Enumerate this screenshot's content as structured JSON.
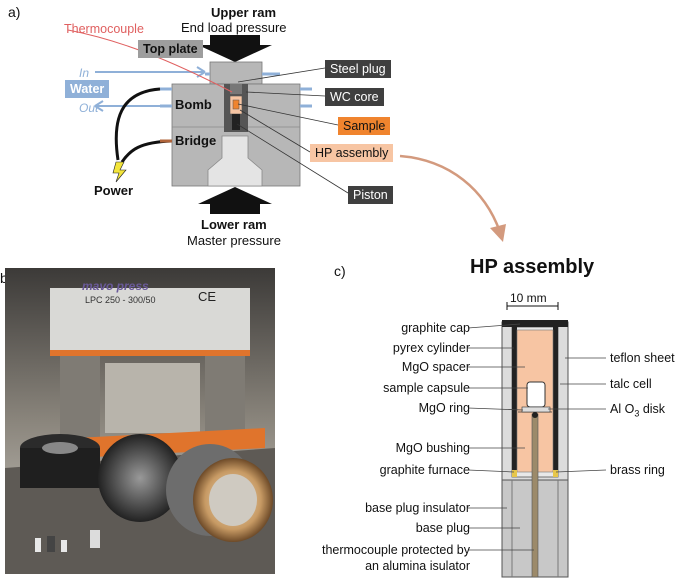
{
  "panel_a": {
    "label": "a)",
    "upper_ram": "Upper ram",
    "end_load": "End load pressure",
    "lower_ram": "Lower ram",
    "master_pressure": "Master pressure",
    "thermocouple": "Thermocouple",
    "top_plate": "Top plate",
    "in": "In",
    "water": "Water",
    "out": "Out",
    "bomb": "Bomb",
    "bridge": "Bridge",
    "power": "Power",
    "steel_plug": "Steel plug",
    "wc_core": "WC core",
    "sample": "Sample",
    "hp_assembly": "HP assembly",
    "piston": "Piston"
  },
  "panel_b": {
    "label": "b)",
    "brand": "mavo press",
    "model": "LPC 250 - 300/50",
    "ce": "CE"
  },
  "panel_c": {
    "label": "c)",
    "title": "HP assembly",
    "scale": "10 mm",
    "left_labels": [
      "graphite cap",
      "pyrex cylinder",
      "MgO spacer",
      "sample capsule",
      "MgO ring",
      "MgO bushing",
      "graphite furnace",
      "base plug insulator",
      "base plug",
      "thermocouple protected by",
      "an alumina isulator"
    ],
    "right_labels": [
      "teflon sheet",
      "talc cell",
      "Al O",
      "3",
      "disk",
      "brass ring"
    ]
  },
  "colors": {
    "dark": "#3f3f3f",
    "grey": "#9d9d9d",
    "orange": "#f0842e",
    "peach": "#f7c5a3",
    "water_blue": "#8fb0d8",
    "thermocouple_red": "#e06060",
    "arrow_tan": "#d39a7e"
  }
}
